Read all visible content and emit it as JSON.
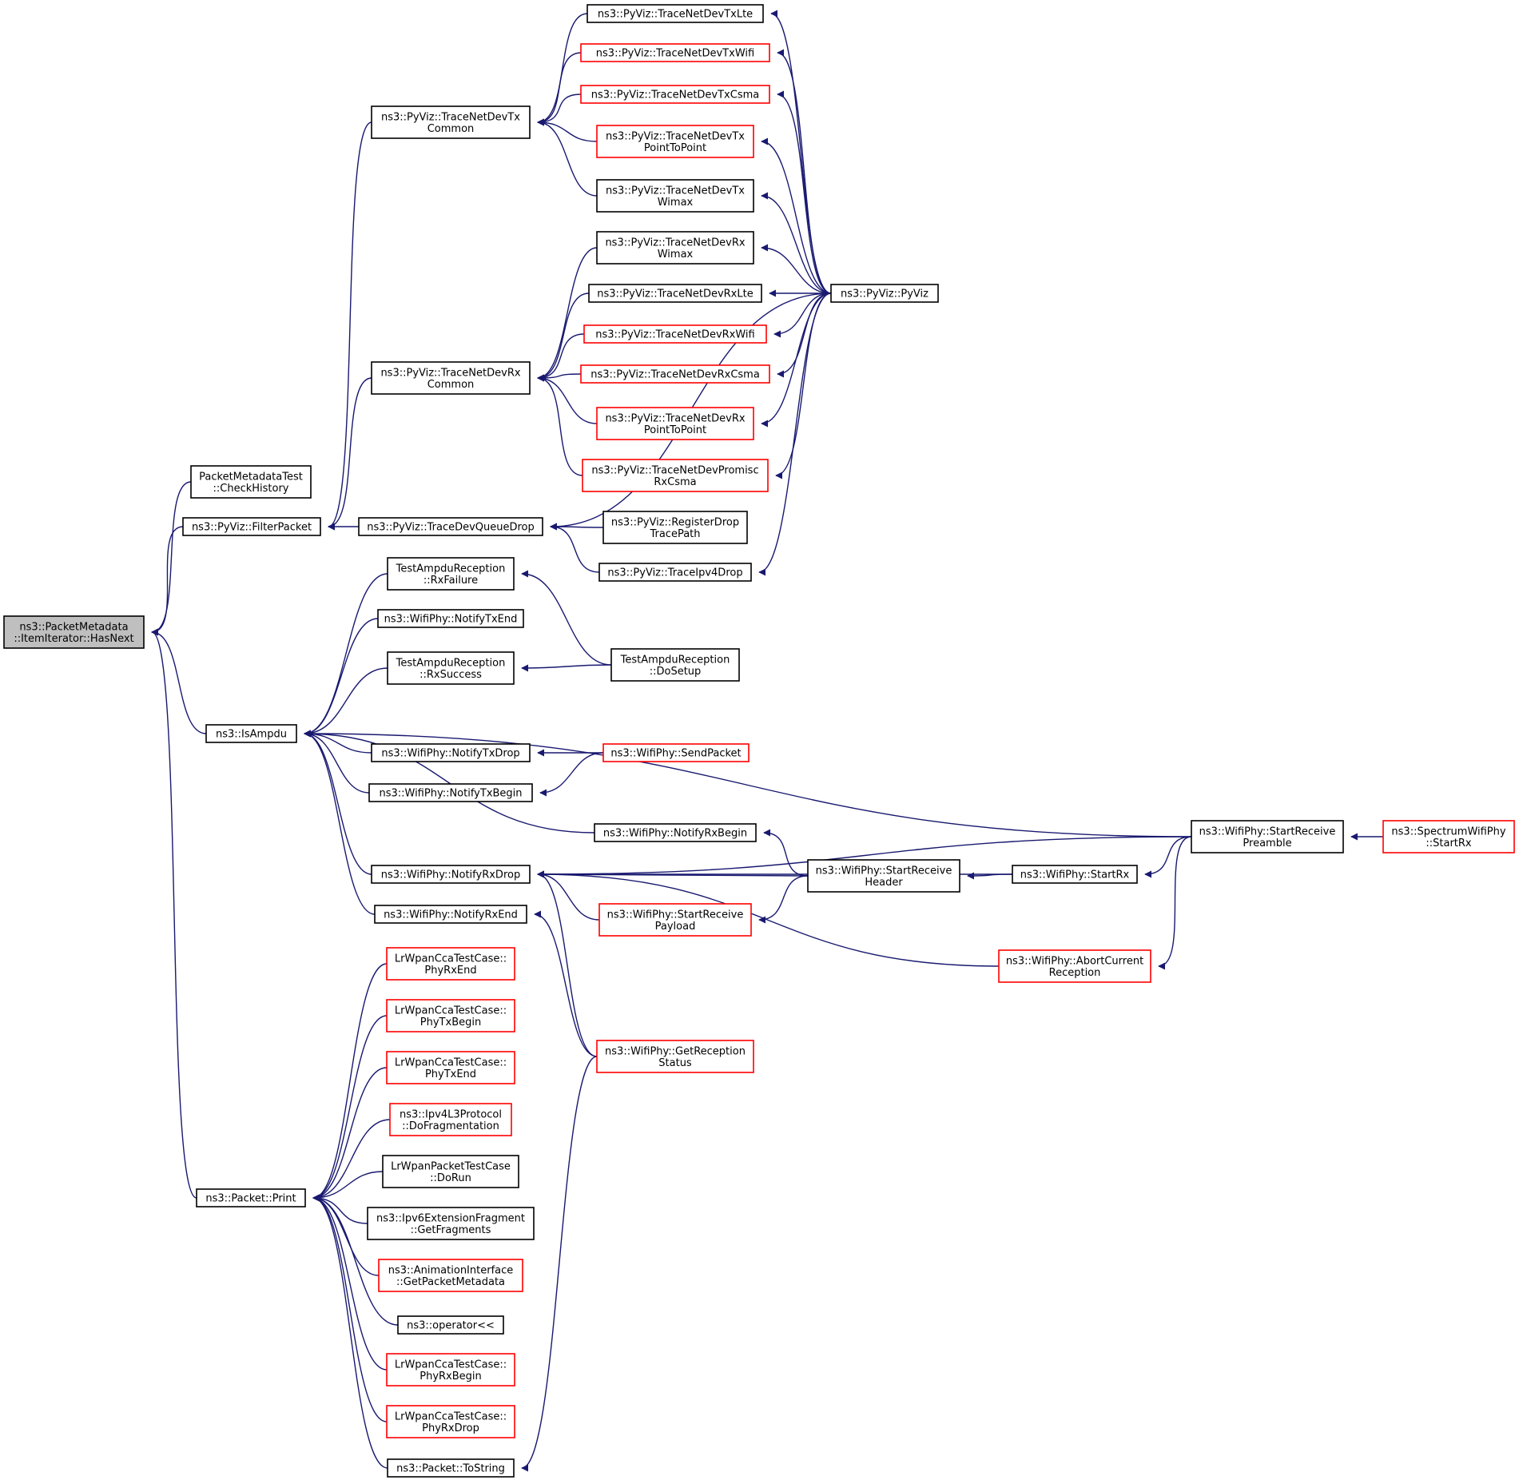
{
  "colors": {
    "edge": "#191970",
    "border_normal": "#000000",
    "border_red": "#ff0000",
    "root_fill": "#bfbfbf"
  },
  "root_id": "hasnext",
  "nodes": [
    {
      "id": "hasnext",
      "lines": [
        "ns3::PacketMetadata",
        "::ItemIterator::HasNext"
      ],
      "red": false
    },
    {
      "id": "checkhistory",
      "lines": [
        "PacketMetadataTest",
        "::CheckHistory"
      ],
      "red": false
    },
    {
      "id": "filterpacket",
      "lines": [
        "ns3::PyViz::FilterPacket"
      ],
      "red": false
    },
    {
      "id": "isampdu",
      "lines": [
        "ns3::IsAmpdu"
      ],
      "red": false
    },
    {
      "id": "print",
      "lines": [
        "ns3::Packet::Print"
      ],
      "red": false
    },
    {
      "id": "txcommon",
      "lines": [
        "ns3::PyViz::TraceNetDevTx",
        "Common"
      ],
      "red": false
    },
    {
      "id": "rxcommon",
      "lines": [
        "ns3::PyViz::TraceNetDevRx",
        "Common"
      ],
      "red": false
    },
    {
      "id": "queuedrop",
      "lines": [
        "ns3::PyViz::TraceDevQueueDrop"
      ],
      "red": false
    },
    {
      "id": "txlte",
      "lines": [
        "ns3::PyViz::TraceNetDevTxLte"
      ],
      "red": false
    },
    {
      "id": "txwifi",
      "lines": [
        "ns3::PyViz::TraceNetDevTxWifi"
      ],
      "red": true
    },
    {
      "id": "txcsma",
      "lines": [
        "ns3::PyViz::TraceNetDevTxCsma"
      ],
      "red": true
    },
    {
      "id": "txp2p",
      "lines": [
        "ns3::PyViz::TraceNetDevTx",
        "PointToPoint"
      ],
      "red": true
    },
    {
      "id": "txwimax",
      "lines": [
        "ns3::PyViz::TraceNetDevTx",
        "Wimax"
      ],
      "red": false
    },
    {
      "id": "rxwimax",
      "lines": [
        "ns3::PyViz::TraceNetDevRx",
        "Wimax"
      ],
      "red": false
    },
    {
      "id": "rxlte",
      "lines": [
        "ns3::PyViz::TraceNetDevRxLte"
      ],
      "red": false
    },
    {
      "id": "rxwifi",
      "lines": [
        "ns3::PyViz::TraceNetDevRxWifi"
      ],
      "red": true
    },
    {
      "id": "rxcsma",
      "lines": [
        "ns3::PyViz::TraceNetDevRxCsma"
      ],
      "red": true
    },
    {
      "id": "rxp2p",
      "lines": [
        "ns3::PyViz::TraceNetDevRx",
        "PointToPoint"
      ],
      "red": true
    },
    {
      "id": "promisc",
      "lines": [
        "ns3::PyViz::TraceNetDevPromisc",
        "RxCsma"
      ],
      "red": true
    },
    {
      "id": "regdrop",
      "lines": [
        "ns3::PyViz::RegisterDrop",
        "TracePath"
      ],
      "red": false
    },
    {
      "id": "ipv4drop",
      "lines": [
        "ns3::PyViz::TraceIpv4Drop"
      ],
      "red": false
    },
    {
      "id": "pyviz",
      "lines": [
        "ns3::PyViz::PyViz"
      ],
      "red": false
    },
    {
      "id": "rxfailure",
      "lines": [
        "TestAmpduReception",
        "::RxFailure"
      ],
      "red": false
    },
    {
      "id": "notifytxend",
      "lines": [
        "ns3::WifiPhy::NotifyTxEnd"
      ],
      "red": false
    },
    {
      "id": "rxsuccess",
      "lines": [
        "TestAmpduReception",
        "::RxSuccess"
      ],
      "red": false
    },
    {
      "id": "dosetup",
      "lines": [
        "TestAmpduReception",
        "::DoSetup"
      ],
      "red": false
    },
    {
      "id": "notifytxdrop",
      "lines": [
        "ns3::WifiPhy::NotifyTxDrop"
      ],
      "red": false
    },
    {
      "id": "notifytxbegin",
      "lines": [
        "ns3::WifiPhy::NotifyTxBegin"
      ],
      "red": false
    },
    {
      "id": "sendpacket",
      "lines": [
        "ns3::WifiPhy::SendPacket"
      ],
      "red": true
    },
    {
      "id": "notifyrxbegin",
      "lines": [
        "ns3::WifiPhy::NotifyRxBegin"
      ],
      "red": false
    },
    {
      "id": "notifyrxdrop",
      "lines": [
        "ns3::WifiPhy::NotifyRxDrop"
      ],
      "red": false
    },
    {
      "id": "notifyrxend",
      "lines": [
        "ns3::WifiPhy::NotifyRxEnd"
      ],
      "red": false
    },
    {
      "id": "startrxpayload",
      "lines": [
        "ns3::WifiPhy::StartReceive",
        "Payload"
      ],
      "red": true
    },
    {
      "id": "startrxheader",
      "lines": [
        "ns3::WifiPhy::StartReceive",
        "Header"
      ],
      "red": false
    },
    {
      "id": "startrx",
      "lines": [
        "ns3::WifiPhy::StartRx"
      ],
      "red": false
    },
    {
      "id": "startrxpreamble",
      "lines": [
        "ns3::WifiPhy::StartReceive",
        "Preamble"
      ],
      "red": false
    },
    {
      "id": "spectrumstartrx",
      "lines": [
        "ns3::SpectrumWifiPhy",
        "::StartRx"
      ],
      "red": true
    },
    {
      "id": "abortcurrent",
      "lines": [
        "ns3::WifiPhy::AbortCurrent",
        "Reception"
      ],
      "red": true
    },
    {
      "id": "getrxstatus",
      "lines": [
        "ns3::WifiPhy::GetReception",
        "Status"
      ],
      "red": true
    },
    {
      "id": "lrrxend",
      "lines": [
        "LrWpanCcaTestCase::",
        "PhyRxEnd"
      ],
      "red": true
    },
    {
      "id": "lrtxbegin",
      "lines": [
        "LrWpanCcaTestCase::",
        "PhyTxBegin"
      ],
      "red": true
    },
    {
      "id": "lrtxend",
      "lines": [
        "LrWpanCcaTestCase::",
        "PhyTxEnd"
      ],
      "red": true
    },
    {
      "id": "ipv4frag",
      "lines": [
        "ns3::Ipv4L3Protocol",
        "::DoFragmentation"
      ],
      "red": true
    },
    {
      "id": "lrpacketrun",
      "lines": [
        "LrWpanPacketTestCase",
        "::DoRun"
      ],
      "red": false
    },
    {
      "id": "ipv6frag",
      "lines": [
        "ns3::Ipv6ExtensionFragment",
        "::GetFragments"
      ],
      "red": false
    },
    {
      "id": "animmeta",
      "lines": [
        "ns3::AnimationInterface",
        "::GetPacketMetadata"
      ],
      "red": true
    },
    {
      "id": "operator",
      "lines": [
        "ns3::operator<<"
      ],
      "red": false
    },
    {
      "id": "lrrxbegin",
      "lines": [
        "LrWpanCcaTestCase::",
        "PhyRxBegin"
      ],
      "red": true
    },
    {
      "id": "lrrxdrop",
      "lines": [
        "LrWpanCcaTestCase::",
        "PhyRxDrop"
      ],
      "red": true
    },
    {
      "id": "tostring",
      "lines": [
        "ns3::Packet::ToString"
      ],
      "red": false
    }
  ],
  "edges": [
    [
      "hasnext",
      "checkhistory"
    ],
    [
      "hasnext",
      "filterpacket"
    ],
    [
      "hasnext",
      "isampdu"
    ],
    [
      "hasnext",
      "print"
    ],
    [
      "filterpacket",
      "txcommon"
    ],
    [
      "filterpacket",
      "rxcommon"
    ],
    [
      "filterpacket",
      "queuedrop"
    ],
    [
      "txcommon",
      "txlte"
    ],
    [
      "txcommon",
      "txwifi"
    ],
    [
      "txcommon",
      "txcsma"
    ],
    [
      "txcommon",
      "txp2p"
    ],
    [
      "txcommon",
      "txwimax"
    ],
    [
      "rxcommon",
      "rxwimax"
    ],
    [
      "rxcommon",
      "rxlte"
    ],
    [
      "rxcommon",
      "rxwifi"
    ],
    [
      "rxcommon",
      "rxcsma"
    ],
    [
      "rxcommon",
      "rxp2p"
    ],
    [
      "rxcommon",
      "promisc"
    ],
    [
      "queuedrop",
      "regdrop"
    ],
    [
      "queuedrop",
      "ipv4drop"
    ],
    [
      "queuedrop",
      "pyviz"
    ],
    [
      "txlte",
      "pyviz"
    ],
    [
      "txwifi",
      "pyviz"
    ],
    [
      "txcsma",
      "pyviz"
    ],
    [
      "txp2p",
      "pyviz"
    ],
    [
      "txwimax",
      "pyviz"
    ],
    [
      "rxwimax",
      "pyviz"
    ],
    [
      "rxlte",
      "pyviz"
    ],
    [
      "rxwifi",
      "pyviz"
    ],
    [
      "rxcsma",
      "pyviz"
    ],
    [
      "rxp2p",
      "pyviz"
    ],
    [
      "promisc",
      "pyviz"
    ],
    [
      "ipv4drop",
      "pyviz"
    ],
    [
      "isampdu",
      "rxfailure"
    ],
    [
      "isampdu",
      "notifytxend"
    ],
    [
      "isampdu",
      "rxsuccess"
    ],
    [
      "isampdu",
      "notifytxdrop"
    ],
    [
      "isampdu",
      "notifytxbegin"
    ],
    [
      "isampdu",
      "notifyrxbegin"
    ],
    [
      "isampdu",
      "notifyrxdrop"
    ],
    [
      "isampdu",
      "notifyrxend"
    ],
    [
      "isampdu",
      "startrxpreamble"
    ],
    [
      "rxfailure",
      "dosetup"
    ],
    [
      "rxsuccess",
      "dosetup"
    ],
    [
      "notifytxdrop",
      "sendpacket"
    ],
    [
      "notifytxbegin",
      "sendpacket"
    ],
    [
      "notifyrxbegin",
      "startrxheader"
    ],
    [
      "notifyrxdrop",
      "startrxheader"
    ],
    [
      "notifyrxdrop",
      "startrxpreamble"
    ],
    [
      "notifyrxdrop",
      "startrxpayload"
    ],
    [
      "notifyrxdrop",
      "startrx"
    ],
    [
      "notifyrxdrop",
      "abortcurrent"
    ],
    [
      "notifyrxdrop",
      "getrxstatus"
    ],
    [
      "notifyrxend",
      "getrxstatus"
    ],
    [
      "startrxpayload",
      "startrxheader"
    ],
    [
      "startrxheader",
      "startrx"
    ],
    [
      "startrx",
      "startrxpreamble"
    ],
    [
      "abortcurrent",
      "startrxpreamble"
    ],
    [
      "startrxpreamble",
      "spectrumstartrx"
    ],
    [
      "print",
      "lrrxend"
    ],
    [
      "print",
      "lrtxbegin"
    ],
    [
      "print",
      "lrtxend"
    ],
    [
      "print",
      "ipv4frag"
    ],
    [
      "print",
      "lrpacketrun"
    ],
    [
      "print",
      "ipv6frag"
    ],
    [
      "print",
      "animmeta"
    ],
    [
      "print",
      "operator"
    ],
    [
      "print",
      "lrrxbegin"
    ],
    [
      "print",
      "lrrxdrop"
    ],
    [
      "print",
      "tostring"
    ],
    [
      "tostring",
      "getrxstatus"
    ]
  ]
}
